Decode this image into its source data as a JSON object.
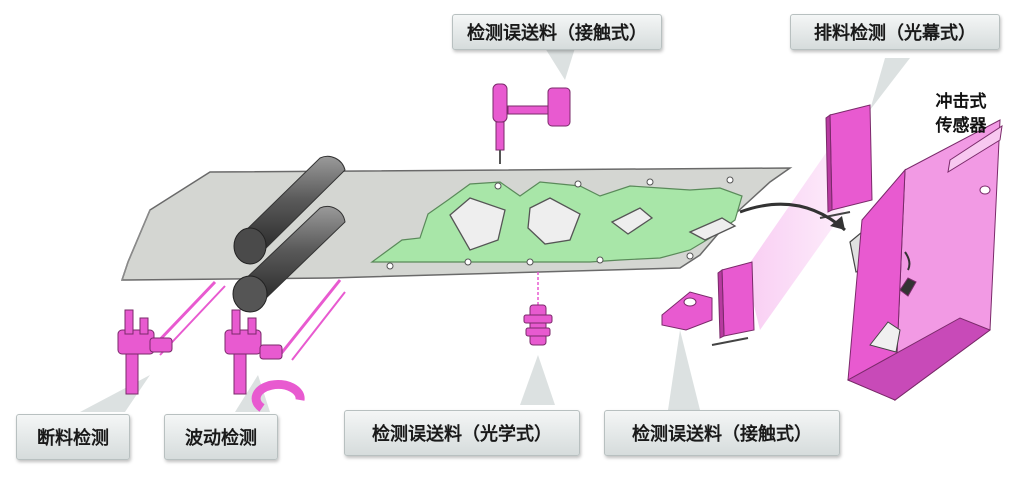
{
  "labels": {
    "top_contact": "检测误送料（接触式）",
    "top_light_curtain": "排料检测（光幕式）",
    "impact_sensor_line1": "冲击式",
    "impact_sensor_line2": "传感器",
    "break_detect": "断料检测",
    "wave_detect": "波动检测",
    "optical_detect": "检测误送料（光学式）",
    "bottom_contact": "检测误送料（接触式）"
  },
  "colors": {
    "sensor_magenta": "#e85ad0",
    "strip_gray": "#d4d6d2",
    "part_green": "#a8e6a8",
    "callout_gray": "#d6dcdc"
  }
}
